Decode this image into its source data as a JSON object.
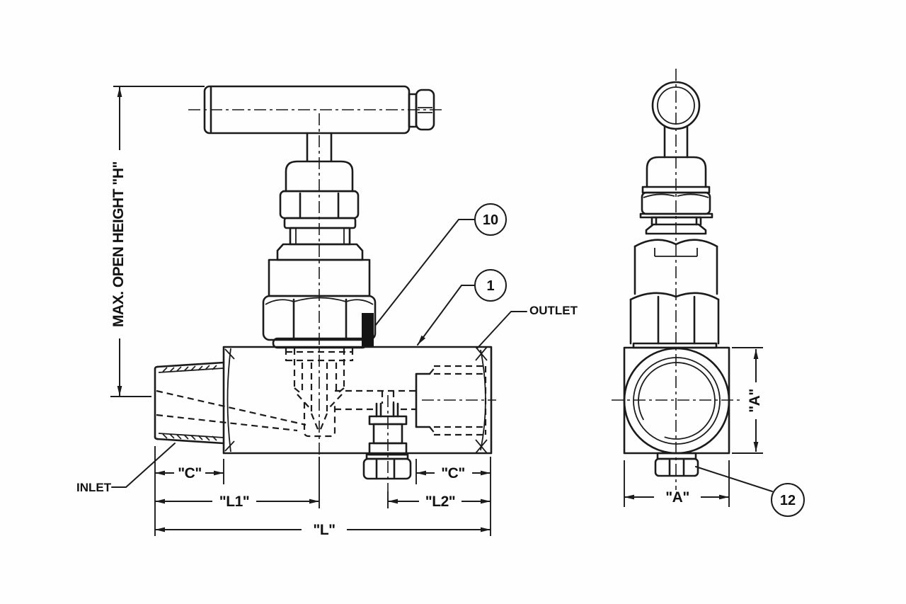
{
  "drawing": {
    "background": "#fefefe",
    "line_color": "#1b1b1b",
    "labels": {
      "inlet": "INLET",
      "outlet": "OUTLET"
    },
    "dimensions": {
      "max_open_height": "MAX. OPEN HEIGHT \"H\"",
      "c_left": "\"C\"",
      "c_right": "\"C\"",
      "l1": "\"L1\"",
      "l2": "\"L2\"",
      "l": "\"L\"",
      "a_vertical": "\"A\"",
      "a_horizontal": "\"A\""
    },
    "balloons": {
      "b10": "10",
      "b1": "1",
      "b12": "12"
    }
  }
}
